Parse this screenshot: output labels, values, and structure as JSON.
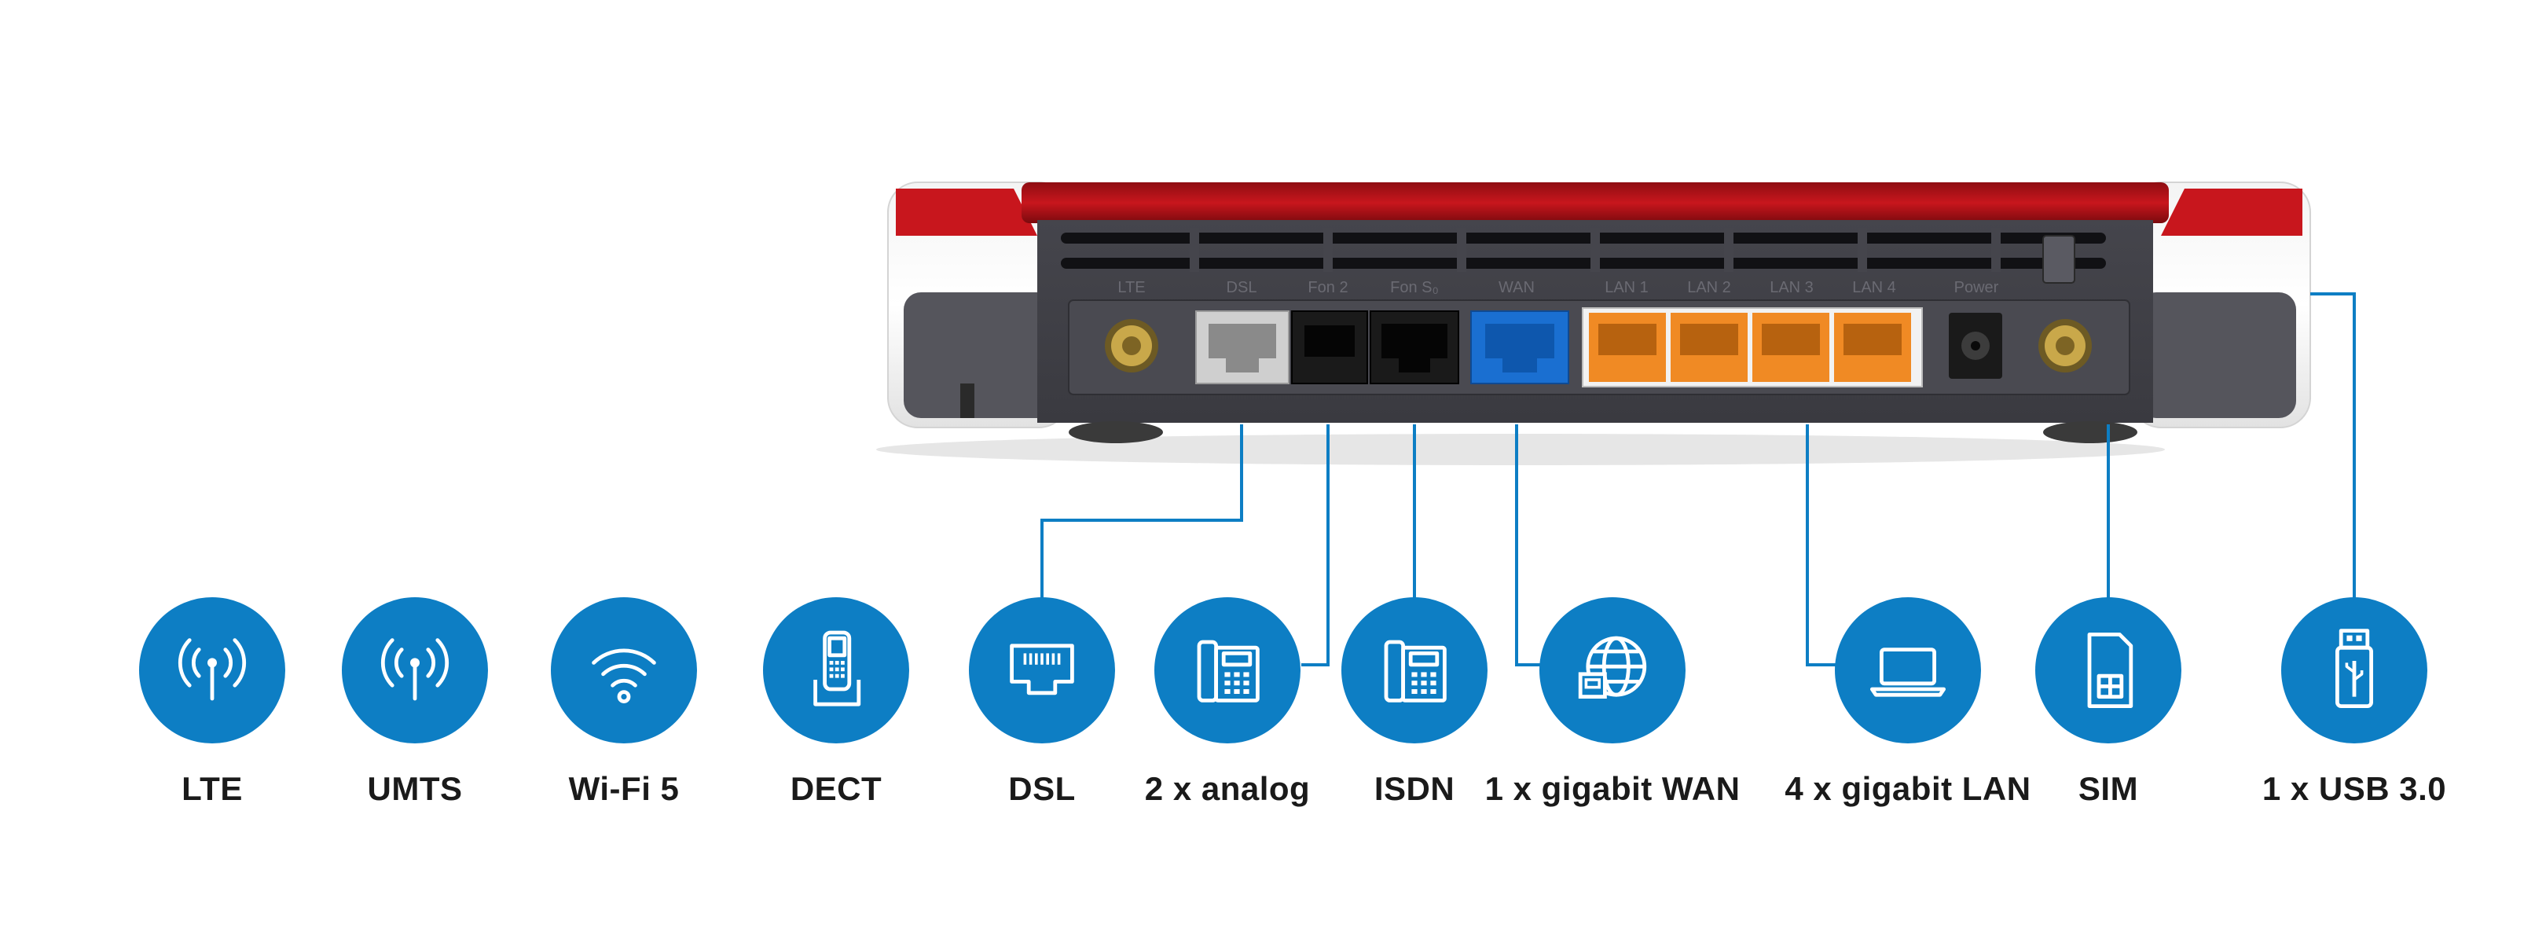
{
  "port_labels": [
    "LTE",
    "DSL",
    "Fon 2",
    "Fon S₀",
    "WAN",
    "LAN 1",
    "LAN 2",
    "LAN 3",
    "LAN 4",
    "Power"
  ],
  "features": [
    {
      "label": "LTE",
      "icon": "antenna-signal-icon"
    },
    {
      "label": "UMTS",
      "icon": "antenna-signal-icon"
    },
    {
      "label": "Wi-Fi 5",
      "icon": "wifi-icon"
    },
    {
      "label": "DECT",
      "icon": "cordless-phone-icon"
    },
    {
      "label": "DSL",
      "icon": "dsl-port-icon"
    },
    {
      "label": "2 x analog",
      "icon": "desk-phone-icon"
    },
    {
      "label": "ISDN",
      "icon": "desk-phone-icon"
    },
    {
      "label": "1 x gigabit WAN",
      "icon": "globe-network-icon"
    },
    {
      "label": "4 x gigabit LAN",
      "icon": "laptop-icon"
    },
    {
      "label": "SIM",
      "icon": "sim-card-icon"
    },
    {
      "label": "1 x USB 3.0",
      "icon": "usb-stick-icon"
    }
  ],
  "colors": {
    "accent_blue": "#0d7ec4",
    "router_red": "#c4161c",
    "router_body": "#55555d",
    "lan_port_orange": "#f08a24",
    "wan_port_blue": "#1a6fd1"
  }
}
